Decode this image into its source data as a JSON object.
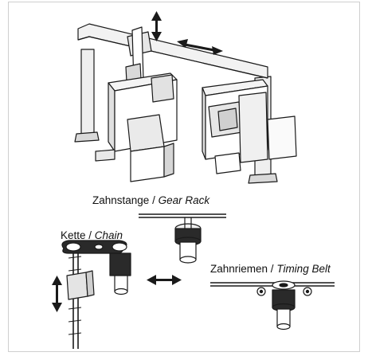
{
  "labels": {
    "gear_rack": {
      "de": "Zahnstange",
      "sep": " / ",
      "en": "Gear Rack"
    },
    "chain": {
      "de": "Kette",
      "sep": " / ",
      "en": "Chain"
    },
    "timing_belt": {
      "de": "Zahnriemen",
      "sep": " / ",
      "en": "Timing Belt"
    }
  },
  "colors": {
    "stroke": "#1a1a1a",
    "grey": "#d9d9d9",
    "dark": "#2a2a2a"
  }
}
